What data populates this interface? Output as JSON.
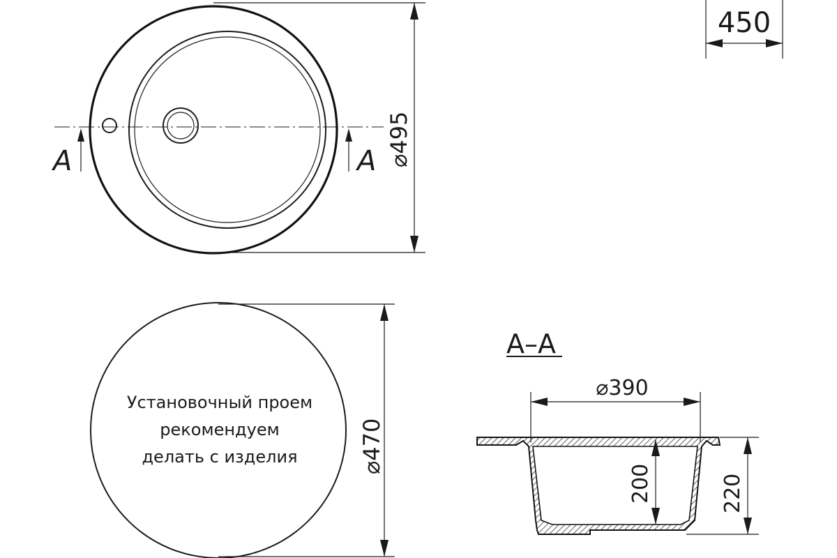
{
  "top_view": {
    "diameter_label": "⌀495",
    "section_mark_left": "A",
    "section_mark_right": "A"
  },
  "cutout_view": {
    "diameter_label": "⌀470",
    "note_lines": [
      "Установочный проем",
      "рекомендуем",
      "делать с изделия"
    ]
  },
  "section_view": {
    "title": "A–A",
    "inner_diameter_label": "⌀390",
    "depth_label": "200",
    "total_height_label": "220"
  },
  "cabinet_width_label": "450",
  "colors": {
    "line": "#1a1a1a",
    "background": "#ffffff"
  }
}
